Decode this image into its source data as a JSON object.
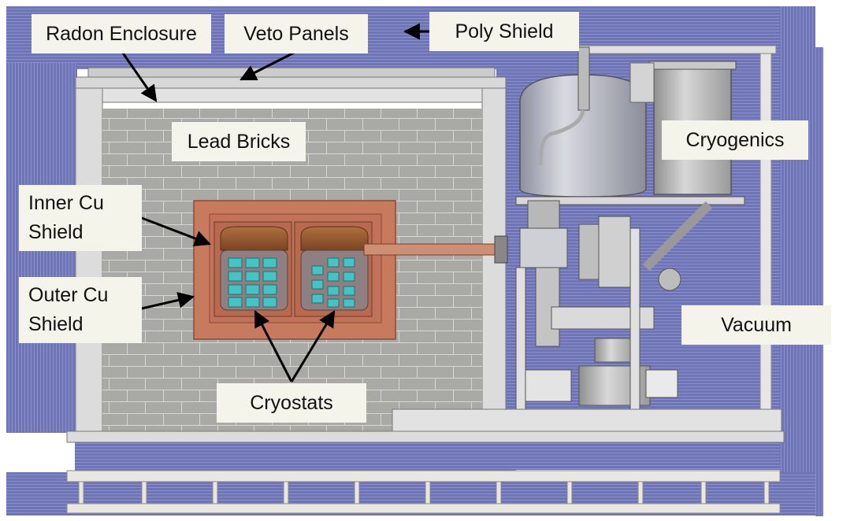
{
  "labels": {
    "radon_enclosure": "Radon Enclosure",
    "veto_panels": "Veto Panels",
    "poly_shield": "Poly Shield",
    "lead_bricks": "Lead Bricks",
    "cryogenics": "Cryogenics",
    "inner_cu_line1": "Inner Cu",
    "inner_cu_line2": "Shield",
    "outer_cu_line1": "Outer Cu",
    "outer_cu_line2": "Shield",
    "vacuum": "Vacuum",
    "cryostats": "Cryostats"
  },
  "colors": {
    "poly": "#6e74b4",
    "poly_line": "#8a90c8",
    "lead": "#a9aaa6",
    "lead_line": "#cfd0cc",
    "copper": "#c77a5e",
    "copper_dark": "#9c4f36",
    "steel": "#c9c9c9",
    "crystal": "#45c4c4",
    "label_bg": "#f4f4ea"
  }
}
